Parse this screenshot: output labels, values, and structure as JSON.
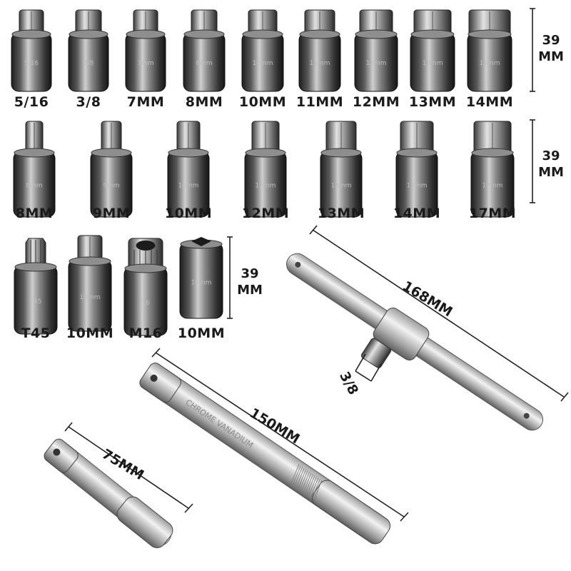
{
  "row1": {
    "labels": [
      "5/16",
      "3/8",
      "7MM",
      "8MM",
      "10MM",
      "11MM",
      "12MM",
      "13MM",
      "14MM"
    ],
    "markings": [
      "5/16",
      "3/8",
      "7mm",
      "8mm",
      "10mm",
      "11mm",
      "12mm",
      "13mm",
      "14mm"
    ],
    "height_value": "39",
    "height_unit": "MM"
  },
  "row2": {
    "labels": [
      "8MM",
      "9MM",
      "10MM",
      "12MM",
      "13MM",
      "14MM",
      "17MM"
    ],
    "markings": [
      "8mm",
      "9mm",
      "10mm",
      "12mm",
      "13mm",
      "14mm",
      "17mm"
    ],
    "height_value": "39",
    "height_unit": "MM"
  },
  "row3": {
    "labels": [
      "T45",
      "10MM",
      "M16",
      "10MM"
    ],
    "markings": [
      "T45",
      "10mm",
      "16",
      "10mm"
    ],
    "height_value": "39",
    "height_unit": "MM"
  },
  "tools": {
    "t_handle_length": "168MM",
    "drive_size": "3/8",
    "long_extension_length": "150MM",
    "long_extension_marking": "CHROME VANADIUM",
    "short_extension_length": "75MM"
  },
  "colors": {
    "steel_dark": "#2b2b2b",
    "steel_mid": "#6e6e6e",
    "steel_light": "#d8d8d8",
    "label_text": "#1a1a1a"
  }
}
